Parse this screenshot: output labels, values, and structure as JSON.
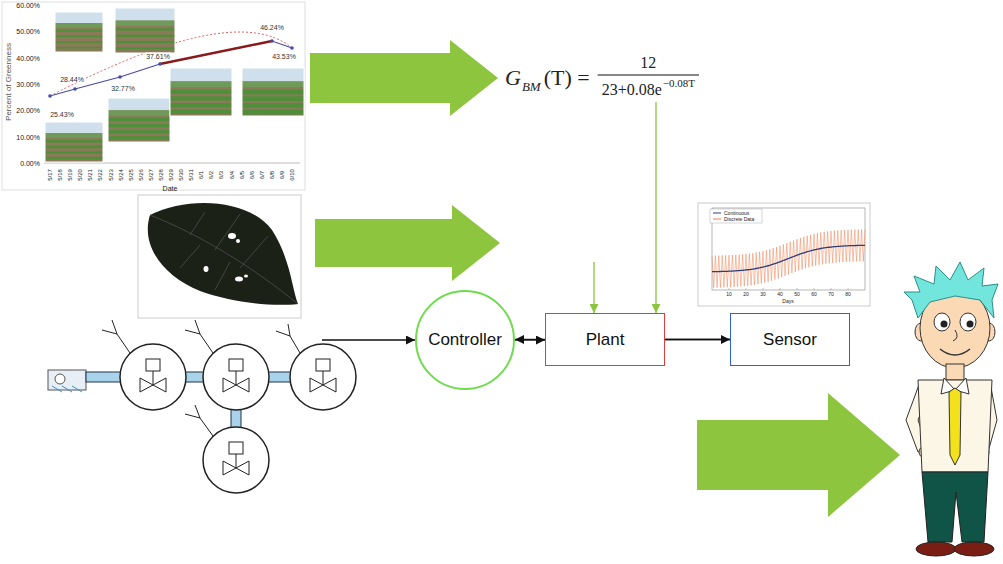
{
  "diagram": {
    "nodes": [
      {
        "text": [
          "Controller"
        ]
      },
      {
        "text": [
          "Plant"
        ]
      },
      {
        "text": [
          "Sensor"
        ]
      }
    ],
    "edges": [
      {
        "from": 0,
        "to": 1,
        "arrow": "to"
      },
      {
        "from": 1,
        "to": 2,
        "arrow": "to"
      },
      {
        "from": 2,
        "to": 0,
        "arrow": "to"
      }
    ],
    "labels": [
      "60.00%",
      "50.00%",
      "40.00%",
      "30.00%",
      "20.00%",
      "10.00%",
      "0.00%",
      "Percent of Greenness",
      "5/17",
      "5/18",
      "5/19",
      "5/20",
      "5/21",
      "5/22",
      "5/23",
      "5/24",
      "5/25",
      "5/26",
      "5/27",
      "5/28",
      "5/29",
      "5/30",
      "5/31",
      "6/1",
      "6/2",
      "6/3",
      "6/4",
      "6/5",
      "6/6",
      "6/7",
      "6/8",
      "6/9",
      "6/10",
      "Date",
      "25.43%",
      "28.44%",
      "32.77%",
      "37.61%",
      "46.24%",
      "43.53%",
      "G",
      "BM",
      "(T) =",
      "12",
      "23+0.08e",
      "−0.08T",
      "10",
      "20",
      "30",
      "40",
      "50",
      "60",
      "70",
      "80",
      "Days"
    ],
    "legend": [
      {
        "text": "Continuous"
      },
      {
        "text": "Discrete Data"
      }
    ]
  }
}
